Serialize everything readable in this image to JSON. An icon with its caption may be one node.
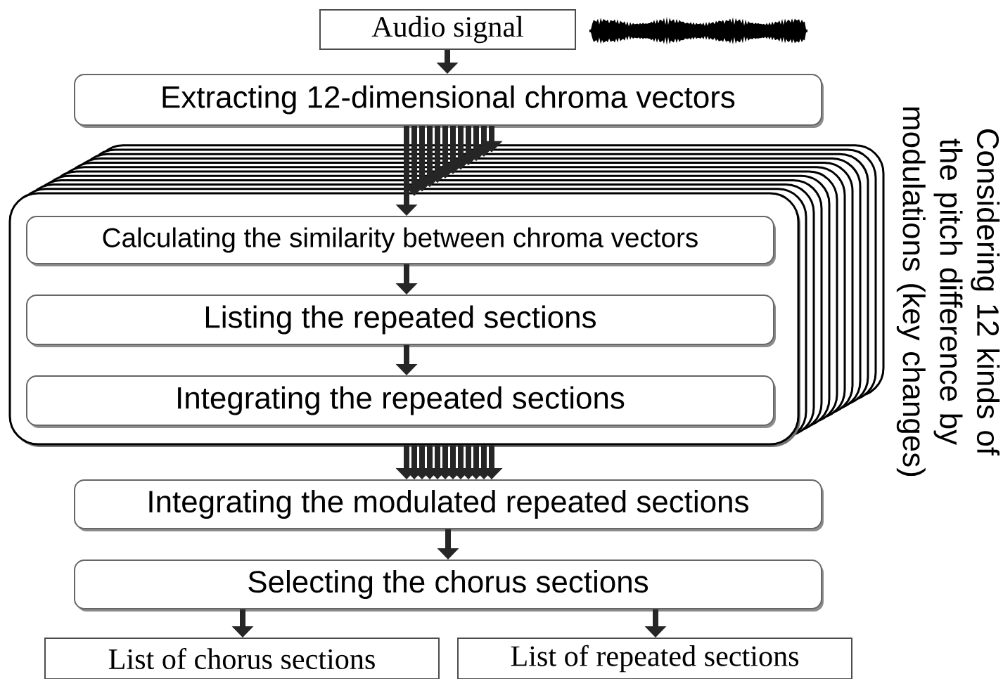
{
  "diagram": {
    "nodes": [
      {
        "text": [
          "Audio signal"
        ]
      },
      {
        "text": [
          "Extracting 12-dimensional chroma vectors"
        ]
      },
      {
        "text": [],
        "shape": "box"
      },
      {
        "text": [
          "Calculating the similarity between chroma vectors"
        ],
        "in": 2
      },
      {
        "text": [
          "Listing the repeated sections"
        ],
        "in": 2
      },
      {
        "text": [
          "Integrating the repeated sections"
        ],
        "in": 2
      },
      {
        "text": [
          "Integrating the modulated repeated sections"
        ]
      },
      {
        "text": [
          "Selecting the chorus sections"
        ]
      },
      {
        "text": [
          "List of chorus sections"
        ]
      },
      {
        "text": [
          "List of repeated sections"
        ]
      }
    ],
    "edges": [
      {
        "from": 0,
        "to": 1,
        "arrow": "to"
      },
      {
        "from": 1,
        "to": 3,
        "arrow": "to"
      },
      {
        "from": 3,
        "to": 4,
        "arrow": "to"
      },
      {
        "from": 4,
        "to": 5,
        "arrow": "to"
      },
      {
        "from": 2,
        "to": 6,
        "arrow": "to"
      },
      {
        "from": 6,
        "to": 7,
        "arrow": "to"
      },
      {
        "from": 7,
        "to": 8,
        "arrow": "to"
      },
      {
        "from": 7,
        "to": 9,
        "arrow": "to"
      },
      {
        "from": 1,
        "to": 2,
        "arrow": "to"
      }
    ],
    "labels": [
      "Considering 12 kinds of the pitch difference by modulations (key changes)"
    ]
  }
}
